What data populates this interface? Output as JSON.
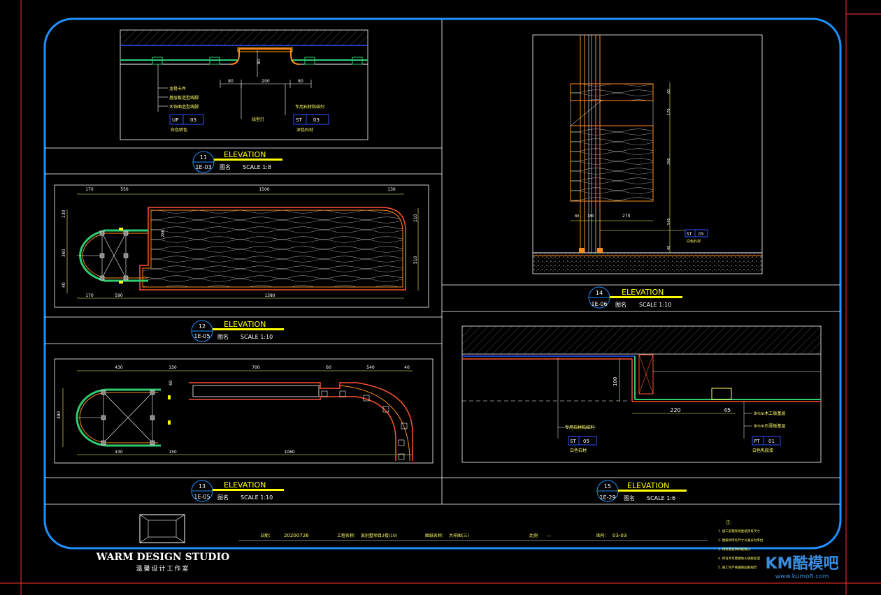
{
  "panels": {
    "p11": {
      "num": "11",
      "title": "ELEVATION",
      "ref": "1E-03",
      "name": "图名",
      "scale": "SCALE 1:8",
      "dims": [
        "80",
        "200",
        "80",
        "80"
      ],
      "labels": [
        "龙骨卡件",
        "基层板造型线脚",
        "木饰面造型线脚",
        "白色喷色",
        "线型灯",
        "专用石材粘结剂",
        "深色石材"
      ],
      "tags": [
        {
          "code": "UP",
          "num": "03"
        },
        {
          "code": "ST",
          "num": "03"
        }
      ]
    },
    "p12": {
      "num": "12",
      "title": "ELEVATION",
      "ref": "1E-05",
      "name": "图名",
      "scale": "SCALE 1:10",
      "dims_top": [
        "170",
        "550",
        "1500",
        "130"
      ],
      "dims_bottom": [
        "170",
        "590",
        "1380"
      ],
      "dims_side": [
        "130",
        "360",
        "40",
        "280",
        "510",
        "110"
      ]
    },
    "p13": {
      "num": "13",
      "title": "ELEVATION",
      "ref": "1E-05",
      "name": "图名",
      "scale": "SCALE 1:10",
      "dims_top": [
        "430",
        "150",
        "700",
        "60",
        "540",
        "40"
      ],
      "dims_bottom": [
        "430",
        "150",
        "1060"
      ],
      "dims_side": [
        "380",
        "60"
      ]
    },
    "p14": {
      "num": "14",
      "title": "ELEVATION",
      "ref": "1E-06",
      "name": "图名",
      "scale": "SCALE 1:10",
      "dims": [
        "80",
        "180",
        "270",
        "60",
        "170",
        "390",
        "540",
        "40"
      ],
      "tag": {
        "code": "ST",
        "num": "05"
      },
      "note": "白色石材"
    },
    "p15": {
      "num": "15",
      "title": "ELEVATION",
      "ref": "1E-29",
      "name": "图名",
      "scale": "SCALE 1:6",
      "dims": [
        "100",
        "220",
        "45"
      ],
      "labels": [
        "专用石材粘结剂",
        "白色石材",
        "9mm木工板基层",
        "9mm石膏板基层",
        "白色乳胶漆"
      ],
      "tags": [
        {
          "code": "ST",
          "num": "05"
        },
        {
          "code": "PT",
          "num": "01"
        }
      ]
    }
  },
  "titleblock": {
    "studio_en": "WARM DESIGN STUDIO",
    "studio_cn": "温馨设计工作室",
    "fields": [
      {
        "label": "日期：",
        "value": "20200726"
      },
      {
        "label": "工程名称：",
        "value": "某别墅项目2楼(10)"
      },
      {
        "label": "图纸名称：",
        "value": "大样图(三)"
      },
      {
        "label": "比例",
        "value": "—"
      },
      {
        "label": "图号：",
        "value": "03-03"
      }
    ],
    "notes_title": "注:",
    "notes": [
      "1. 施工前需现场复核所有尺寸",
      "2. 图纸中所有尺寸以毫米为单位",
      "3. 材料需提供样板确认",
      "4. 所有木作需做防火防腐处理",
      "5. 施工时严格遵照国家规范"
    ]
  },
  "watermark": {
    "brand": "KM酷模吧",
    "url": "www.kumo8.com"
  },
  "colors": {
    "frame": "#1e90ff",
    "line": "#ffffff",
    "title_bar": "#ffff00",
    "accent": "#ff8c1a",
    "dim": "#ffff00"
  }
}
